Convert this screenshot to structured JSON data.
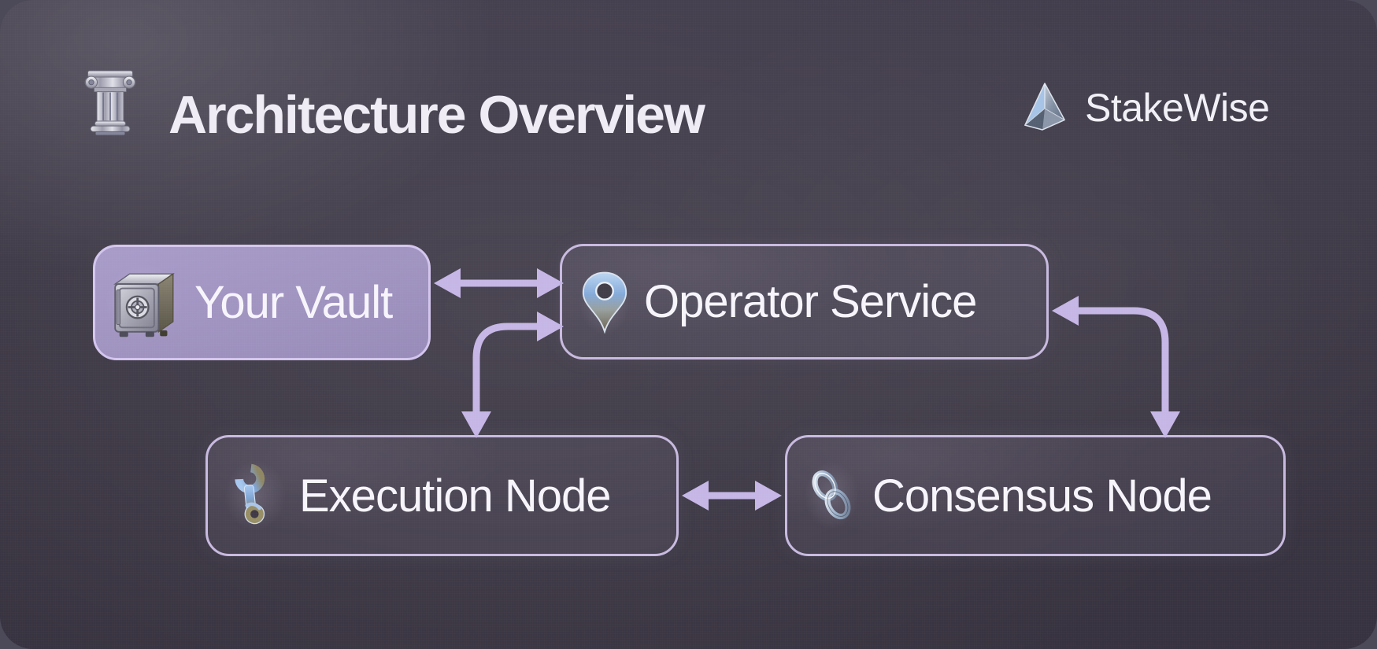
{
  "header": {
    "title": "Architecture Overview",
    "title_icon": "classical-column-icon",
    "brand": "StakeWise",
    "brand_icon": "stakewise-pyramid-logo-icon"
  },
  "nodes": [
    {
      "id": "your-vault",
      "label": "Your Vault",
      "icon": "vault-safe-icon",
      "style": "filled"
    },
    {
      "id": "operator-service",
      "label": "Operator Service",
      "icon": "location-pin-icon",
      "style": "outline"
    },
    {
      "id": "execution-node",
      "label": "Execution Node",
      "icon": "wrench-icon",
      "style": "outline"
    },
    {
      "id": "consensus-node",
      "label": "Consensus Node",
      "icon": "chain-link-icon",
      "style": "outline"
    }
  ],
  "edges": [
    {
      "from": "your-vault",
      "to": "operator-service",
      "direction": "bidirectional",
      "shape": "straight-horizontal"
    },
    {
      "from": "execution-node",
      "to": "operator-service",
      "direction": "bidirectional",
      "shape": "elbow-up-right"
    },
    {
      "from": "operator-service",
      "to": "consensus-node",
      "direction": "bidirectional",
      "shape": "elbow-right-down"
    },
    {
      "from": "execution-node",
      "to": "consensus-node",
      "direction": "bidirectional",
      "shape": "straight-horizontal"
    }
  ],
  "colors": {
    "arrow_accent": "#c5b6e6",
    "node_border": "#c8badf",
    "vault_fill": "#a093c0",
    "background_dark": "#3a3542",
    "text": "#f7f5fb"
  }
}
